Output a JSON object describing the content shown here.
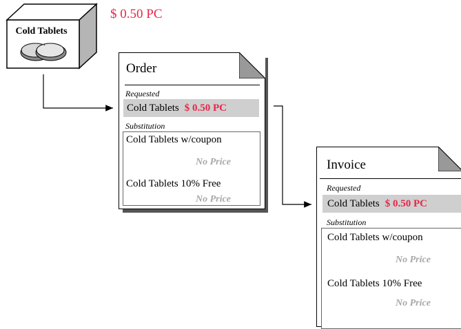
{
  "product": {
    "label": "Cold Tablets",
    "price": "$ 0.50 PC"
  },
  "order": {
    "title": "Order",
    "requested_label": "Requested",
    "requested_item": "Cold Tablets",
    "requested_price": "$ 0.50 PC",
    "substitution_label": "Substitution",
    "substitutions": [
      {
        "name": "Cold Tablets w/coupon",
        "price": "No Price"
      },
      {
        "name": "Cold Tablets 10% Free",
        "price": "No Price"
      }
    ]
  },
  "invoice": {
    "title": "Invoice",
    "requested_label": "Requested",
    "requested_item": "Cold Tablets",
    "requested_price": "$ 0.50 PC",
    "substitution_label": "Substitution",
    "substitutions": [
      {
        "name": "Cold Tablets w/coupon",
        "price": "No Price"
      },
      {
        "name": "Cold Tablets 10% Free",
        "price": "No Price"
      }
    ]
  },
  "colors": {
    "price_red": "#e8264a",
    "highlight_gray": "#cfcfcf",
    "no_price_gray": "#a8a8a8"
  }
}
